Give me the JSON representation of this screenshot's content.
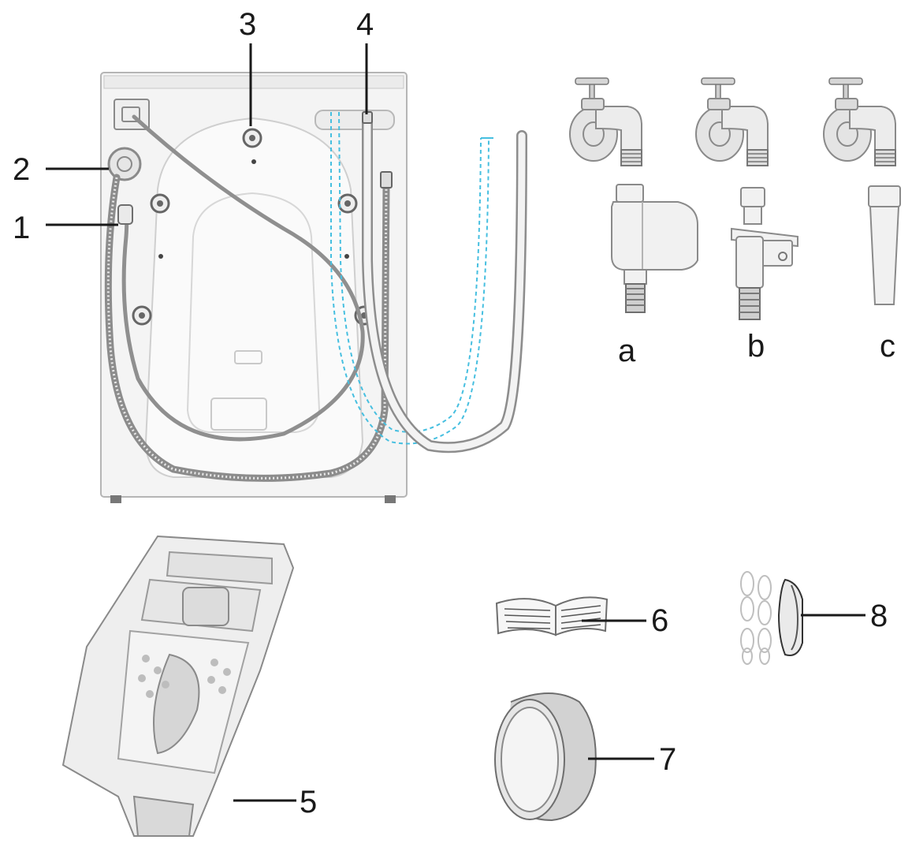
{
  "callouts": {
    "c1": "1",
    "c2": "2",
    "c3": "3",
    "c4": "4",
    "c5": "5",
    "c6": "6",
    "c7": "7",
    "c8": "8"
  },
  "variants": {
    "a": "a",
    "b": "b",
    "c": "c"
  },
  "colors": {
    "label": "#1a1a1a",
    "dashed_hose": "#46bfe0",
    "part_outline": "#8a8a8a"
  }
}
